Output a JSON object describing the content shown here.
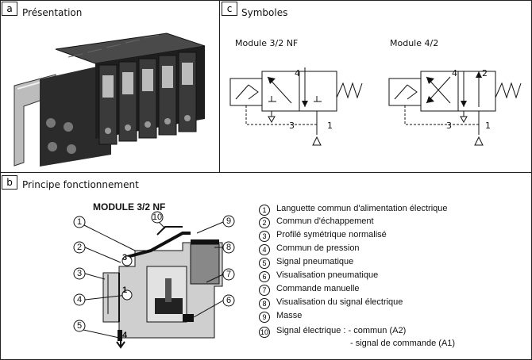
{
  "panels": {
    "a": {
      "tag": "a",
      "title": "Présentation"
    },
    "c": {
      "tag": "c",
      "title": "Symboles",
      "module_nf": "Module 3/2 NF",
      "module_42": "Module 4/2"
    },
    "b": {
      "tag": "b",
      "title": "Principe fonctionnement",
      "diagram_title": "MODULE 3/2 NF"
    }
  },
  "symbol_ports": {
    "nf_4": "4",
    "nf_3": "3",
    "nf_1": "1",
    "m42_4": "4",
    "m42_2": "2",
    "m42_3": "3",
    "m42_1": "1"
  },
  "callouts": [
    "1",
    "2",
    "3",
    "4",
    "5",
    "10",
    "9",
    "8",
    "7",
    "6"
  ],
  "port_labels": {
    "p3": "3",
    "p1": "1",
    "p4": "4"
  },
  "legend": [
    {
      "num": "1",
      "text": "Languette commun d'alimentation électrique"
    },
    {
      "num": "2",
      "text": "Commun d'échappement"
    },
    {
      "num": "3",
      "text": "Profilé symétrique normalisé"
    },
    {
      "num": "4",
      "text": "Commun de pression"
    },
    {
      "num": "5",
      "text": "Signal pneumatique"
    },
    {
      "num": "6",
      "text": "Visualisation pneumatique"
    },
    {
      "num": "7",
      "text": "Commande manuelle"
    },
    {
      "num": "8",
      "text": "Visualisation du signal électrique"
    },
    {
      "num": "9",
      "text": "Masse"
    },
    {
      "num": "10",
      "text": "Signal électrique : - commun (A2)"
    }
  ],
  "legend_extra": "- signal de commande (A1)"
}
